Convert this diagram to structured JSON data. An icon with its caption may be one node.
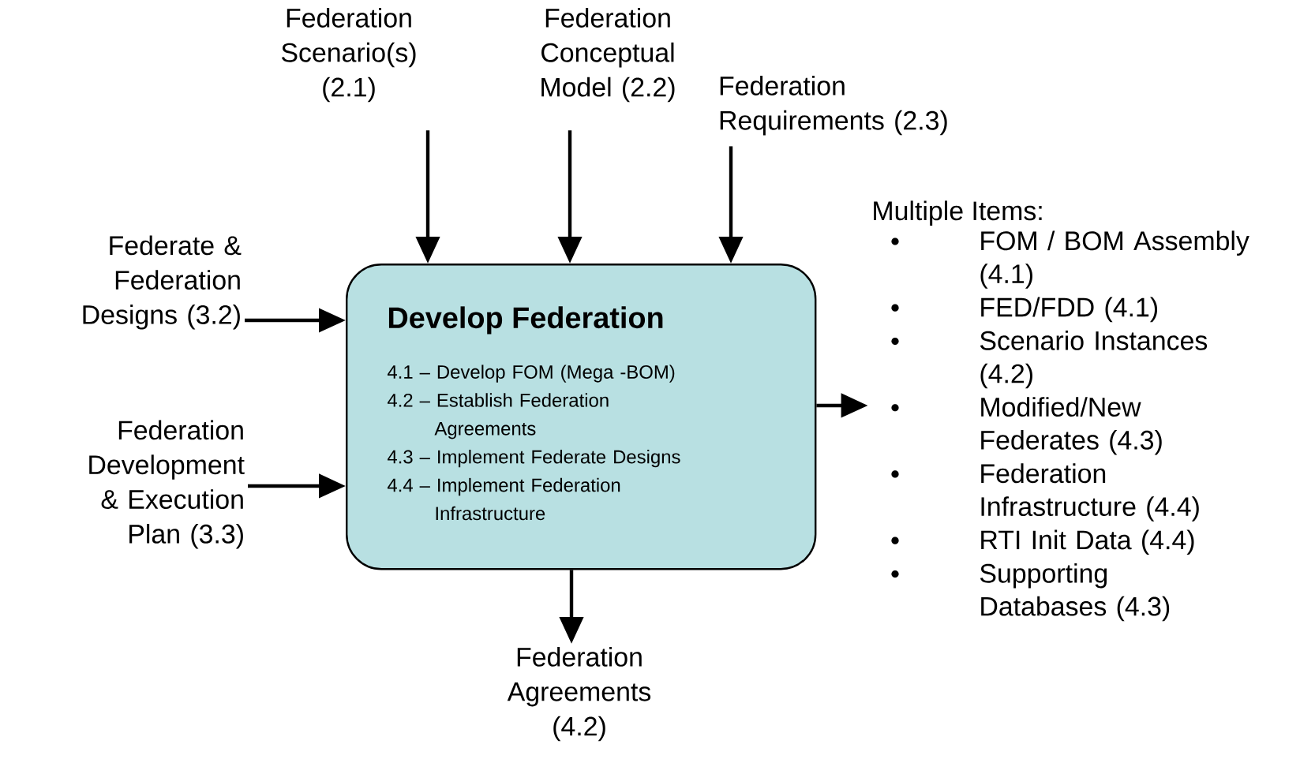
{
  "diagram": {
    "nodes": [
      {
        "text": [
          "Develop Federation",
          "4.1 – Develop FOM (Mega -BOM)",
          "4.2 – Establish Federation Agreements",
          "4.3 – Implement Federate Designs",
          "4.4 – Implement Federation Infrastructure"
        ]
      },
      {
        "text": [
          "Federation Scenario(s) (2.1)"
        ]
      },
      {
        "text": [
          "Federation Conceptual Model (2.2)"
        ]
      },
      {
        "text": [
          "Federation Requirements (2.3)"
        ]
      },
      {
        "text": [
          "Federate & Federation Designs (3.2)"
        ]
      },
      {
        "text": [
          "Federation Development & Execution Plan (3.3)"
        ]
      },
      {
        "text": [
          "Federation Agreements (4.2)"
        ]
      },
      {
        "text": [
          "Multiple Items:",
          "FOM / BOM Assembly (4.1)",
          "FED/FDD (4.1)",
          "Scenario Instances (4.2)",
          "Modified/New Federates (4.3)",
          "Federation Infrastructure (4.4)",
          "RTI Init Data (4.4)",
          "Supporting Databases (4.3)"
        ]
      }
    ],
    "edges": [
      {
        "from": 1,
        "to": 0,
        "arrow": "to"
      },
      {
        "from": 2,
        "to": 0,
        "arrow": "to"
      },
      {
        "from": 3,
        "to": 0,
        "arrow": "to"
      },
      {
        "from": 4,
        "to": 0,
        "arrow": "to"
      },
      {
        "from": 5,
        "to": 0,
        "arrow": "to"
      },
      {
        "from": 0,
        "to": 7,
        "arrow": "to"
      },
      {
        "from": 0,
        "to": 6,
        "arrow": "to"
      }
    ]
  }
}
